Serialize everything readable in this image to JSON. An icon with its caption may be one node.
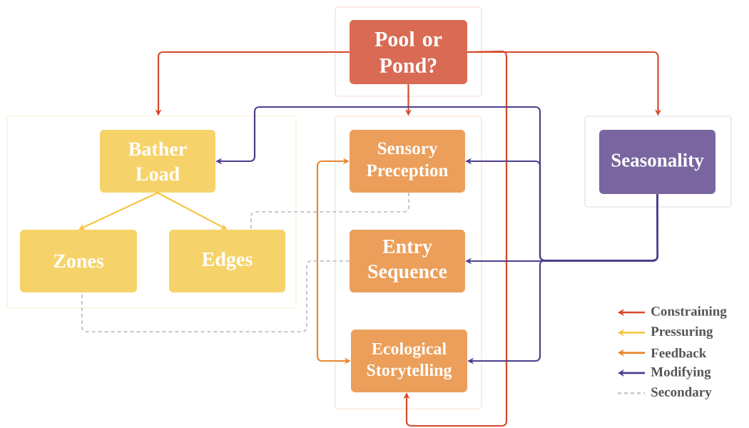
{
  "diagram": {
    "nodes": [
      {
        "text": [],
        "shape": "box"
      },
      {
        "text": [
          "Pool or Pond?"
        ],
        "in": 0
      },
      {
        "text": [],
        "shape": "box"
      },
      {
        "text": [
          "Bather Load"
        ],
        "in": 2
      },
      {
        "text": [
          "Zones"
        ],
        "in": 2
      },
      {
        "text": [
          "Edges"
        ],
        "in": 2
      },
      {
        "text": [],
        "shape": "box"
      },
      {
        "text": [
          "Sensory Preception"
        ],
        "in": 6
      },
      {
        "text": [
          "Entry Sequence"
        ],
        "in": 6
      },
      {
        "text": [
          "Ecological Storytelling"
        ],
        "in": 6
      },
      {
        "text": [],
        "shape": "box"
      },
      {
        "text": [
          "Seasonality"
        ],
        "in": 10
      }
    ],
    "edges": [
      {
        "from": 1,
        "to": 2,
        "arrow": "to",
        "color": "#d44a2c"
      },
      {
        "from": 1,
        "to": 6,
        "arrow": "to",
        "color": "#d44a2c"
      },
      {
        "from": 1,
        "to": 10,
        "arrow": "to",
        "color": "#d44a2c"
      },
      {
        "from": 1,
        "to": 9,
        "arrow": "to",
        "color": "#d44a2c"
      },
      {
        "from": 3,
        "to": 4,
        "arrow": "to",
        "color": "#f5c542"
      },
      {
        "from": 3,
        "to": 5,
        "arrow": "to",
        "color": "#f5c542"
      },
      {
        "from": 7,
        "to": 9,
        "arrow": "both",
        "color": "#e8862f"
      },
      {
        "from": 11,
        "to": 3,
        "arrow": "to",
        "color": "#503d8e"
      },
      {
        "from": 11,
        "to": 7,
        "arrow": "to",
        "color": "#503d8e"
      },
      {
        "from": 11,
        "to": 8,
        "arrow": "to",
        "color": "#503d8e"
      },
      {
        "from": 11,
        "to": 9,
        "arrow": "to",
        "color": "#503d8e"
      },
      {
        "from": 7,
        "to": 5,
        "arrow": "none",
        "style": "dashed",
        "color": "#c8c8c8"
      },
      {
        "from": 8,
        "to": 4,
        "arrow": "none",
        "style": "dashed",
        "color": "#c8c8c8"
      }
    ],
    "legend": [
      {
        "text": "Constraining"
      },
      {
        "text": "Pressuring"
      },
      {
        "text": "Feedback"
      },
      {
        "text": "Modifying"
      },
      {
        "text": "Secondary"
      }
    ]
  }
}
